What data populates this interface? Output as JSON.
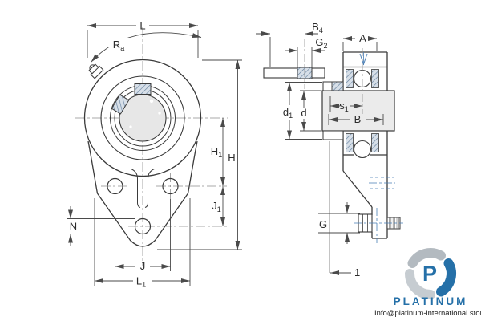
{
  "colors": {
    "outline": "#3a3a3a",
    "dimension": "#4a4a4a",
    "centerline": "#8f8f8f",
    "accent_blue": "#4a7fb5",
    "hatch_line": "#5d7a99",
    "hatch_fill": "#d7dfe8",
    "shaft_fill": "#ebebeb",
    "bore_fill": "#e7e7e7",
    "logo_blue": "#2570a8",
    "logo_gray": "#b3bac0"
  },
  "front_view": {
    "dims": {
      "L": "L",
      "Ra_base": "R",
      "Ra_sub": "a",
      "H": "H",
      "H1_base": "H",
      "H1_sub": "1",
      "J1_base": "J",
      "J1_sub": "1",
      "N": "N",
      "J": "J",
      "L1_base": "L",
      "L1_sub": "1"
    }
  },
  "side_view": {
    "dims": {
      "B4_base": "B",
      "B4_sub": "4",
      "G2_base": "G",
      "G2_sub": "2",
      "A": "A",
      "d1_base": "d",
      "d1_sub": "1",
      "d": "d",
      "s1_base": "s",
      "s1_sub": "1",
      "B": "B",
      "G": "G"
    },
    "callout": "1"
  },
  "logo": {
    "monogram": "P",
    "brand": "PLATINUM",
    "contact": "Info@platinum-international.store"
  }
}
